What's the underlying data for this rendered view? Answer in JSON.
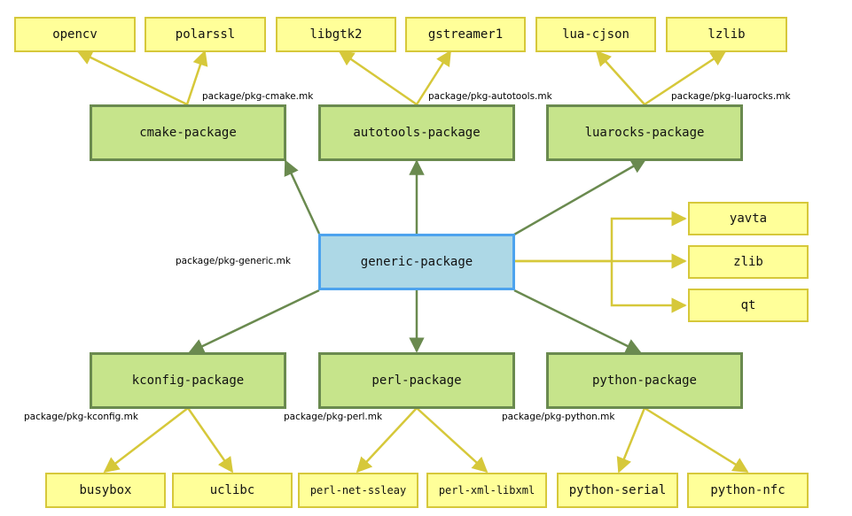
{
  "colors": {
    "generic_fill": "#add8e6",
    "generic_border": "#4da3ee",
    "infra_fill": "#c6e48b",
    "infra_border": "#6a8a4f",
    "leaf_fill": "#ffff99",
    "leaf_border": "#d6c83a",
    "green_arrow": "#6a8a4f",
    "yellow_arrow": "#d6c83a"
  },
  "generic": {
    "name": "generic-package",
    "mk": "package/pkg-generic.mk"
  },
  "infras": {
    "cmake": {
      "name": "cmake-package",
      "mk": "package/pkg-cmake.mk",
      "packages": [
        "opencv",
        "polarssl"
      ]
    },
    "autotools": {
      "name": "autotools-package",
      "mk": "package/pkg-autotools.mk",
      "packages": [
        "libgtk2",
        "gstreamer1"
      ]
    },
    "luarocks": {
      "name": "luarocks-package",
      "mk": "package/pkg-luarocks.mk",
      "packages": [
        "lua-cjson",
        "lzlib"
      ]
    },
    "kconfig": {
      "name": "kconfig-package",
      "mk": "package/pkg-kconfig.mk",
      "packages": [
        "busybox",
        "uclibc"
      ]
    },
    "perl": {
      "name": "perl-package",
      "mk": "package/pkg-perl.mk",
      "packages": [
        "perl-net-ssleay",
        "perl-xml-libxml"
      ]
    },
    "python": {
      "name": "python-package",
      "mk": "package/pkg-python.mk",
      "packages": [
        "python-serial",
        "python-nfc"
      ]
    }
  },
  "generic_packages": [
    "yavta",
    "zlib",
    "qt"
  ]
}
